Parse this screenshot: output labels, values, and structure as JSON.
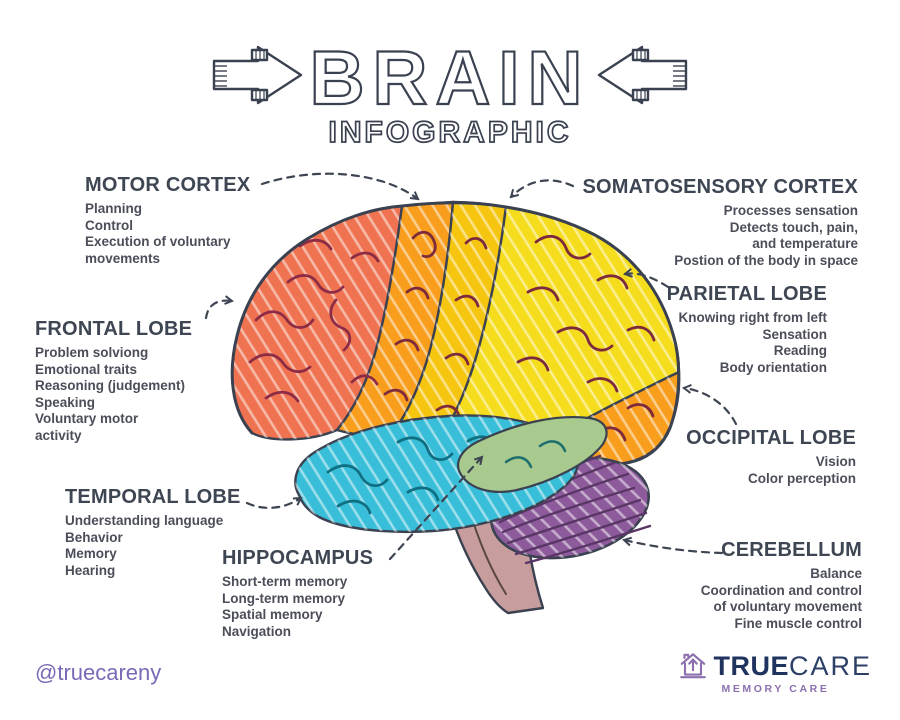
{
  "title": {
    "main": "BRAIN",
    "sub": "INFOGRAPHIC"
  },
  "labels": {
    "motor_cortex": {
      "title": "MOTOR CORTEX",
      "lines": [
        "Planning",
        "Control",
        "Execution of voluntary",
        "movements"
      ]
    },
    "somatosensory_cortex": {
      "title": "SOMATOSENSORY CORTEX",
      "lines": [
        "Processes sensation",
        "Detects touch, pain,",
        "and temperature",
        "Postion of the body in space"
      ]
    },
    "frontal_lobe": {
      "title": "FRONTAL LOBE",
      "lines": [
        "Problem solviong",
        "Emotional traits",
        "Reasoning (judgement)",
        "Speaking",
        "Voluntary motor",
        "activity"
      ]
    },
    "parietal_lobe": {
      "title": "PARIETAL LOBE",
      "lines": [
        "Knowing right from left",
        "Sensation",
        "Reading",
        "Body orientation"
      ]
    },
    "occipital_lobe": {
      "title": "OCCIPITAL LOBE",
      "lines": [
        "Vision",
        "Color perception"
      ]
    },
    "temporal_lobe": {
      "title": "TEMPORAL LOBE",
      "lines": [
        "Understanding language",
        "Behavior",
        "Memory",
        "Hearing"
      ]
    },
    "hippocampus": {
      "title": "HIPPOCAMPUS",
      "lines": [
        "Short-term memory",
        "Long-term memory",
        "Spatial memory",
        "Navigation"
      ]
    },
    "cerebellum": {
      "title": "CEREBELLUM",
      "lines": [
        "Balance",
        "Coordination and control",
        "of voluntary movement",
        "Fine muscle control"
      ]
    }
  },
  "footer": {
    "handle": "@truecareny",
    "brand_true": "TRUE",
    "brand_care": "CARE",
    "brand_tagline": "MEMORY CARE"
  },
  "colors": {
    "outline": "#3a4150",
    "frontal": "#ef7351",
    "motor": "#f89d1c",
    "somatosensory": "#f6c50f",
    "parietal": "#f5dd1d",
    "occipital": "#f89d1c",
    "temporal": "#38bed8",
    "hippocampus": "#a9ca8e",
    "cerebellum": "#8d5b9b",
    "brainstem": "#c79e9d",
    "gyri_coral": "#8e2b45",
    "gyri_warm": "#7d2a3c",
    "gyri_cyan": "#0f7083",
    "gyri_green": "#1d6f6f",
    "gyri_cerebellum": "#5a3666",
    "gyri_stem": "#5b4646",
    "heading_text": "#3e4653",
    "body_text": "#4b4e59",
    "handle_purple": "#7b68b6",
    "brand_navy": "#20335f",
    "brand_purple": "#8c6fae"
  }
}
